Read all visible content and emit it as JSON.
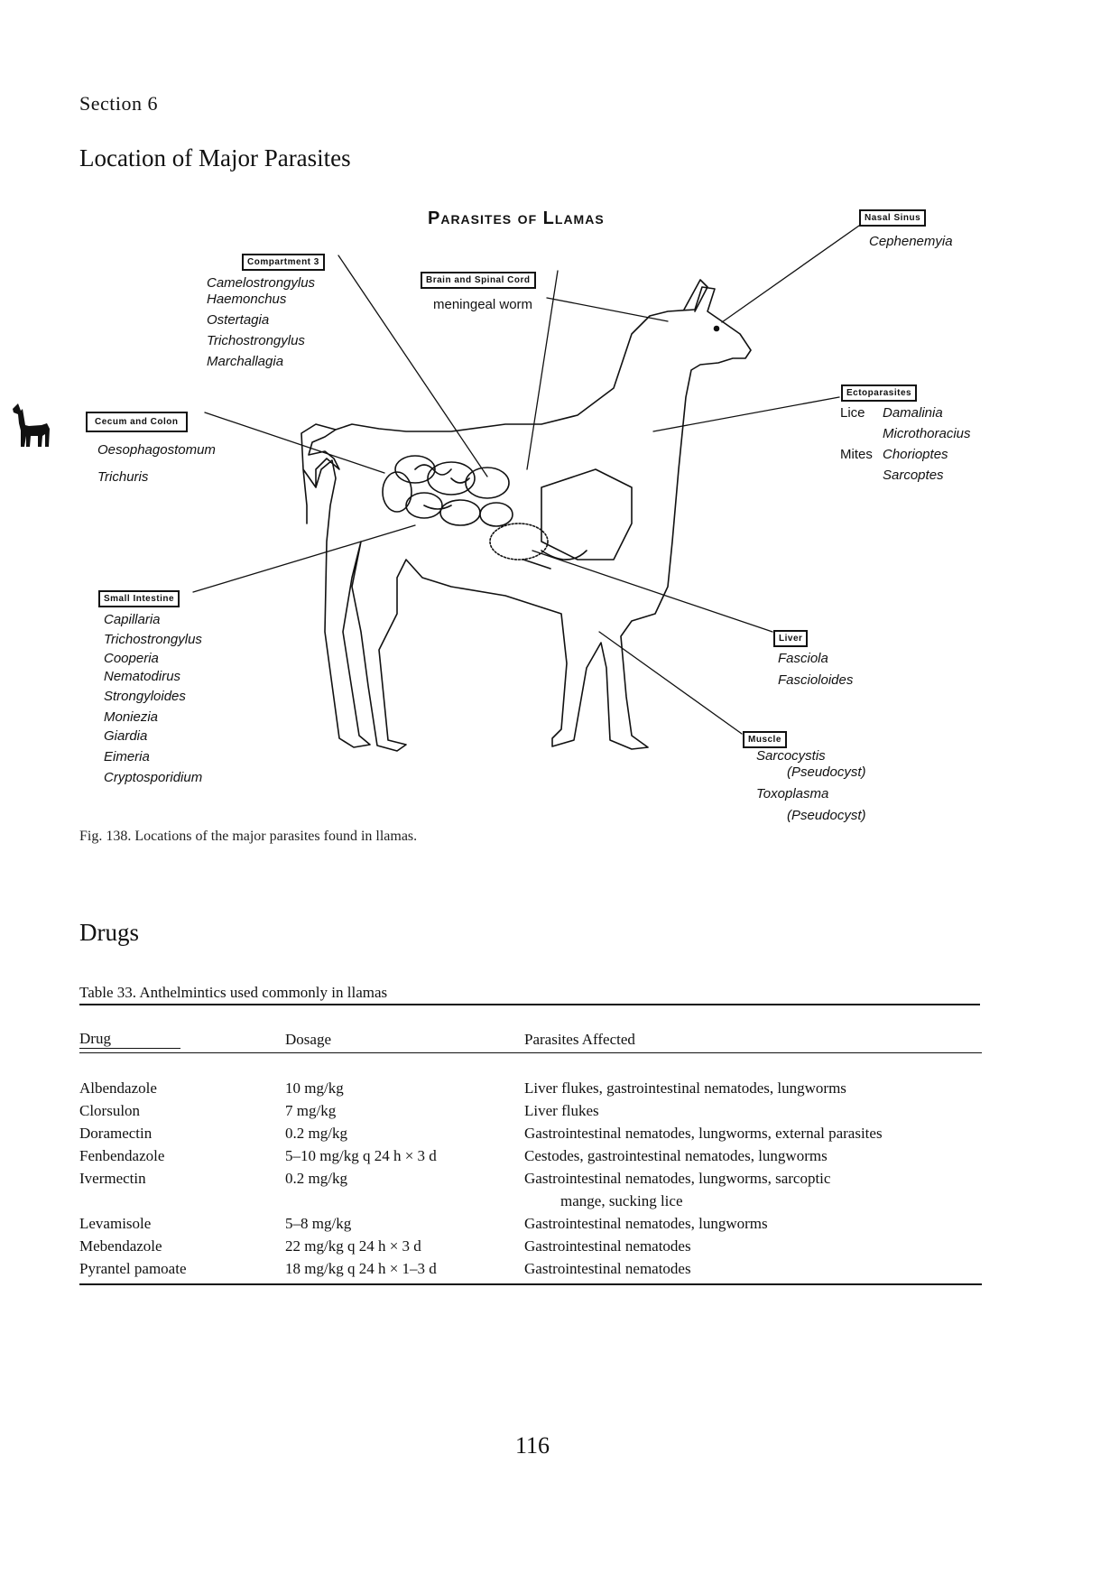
{
  "header": {
    "section": "Section 6",
    "title": "Location of Major Parasites"
  },
  "figure": {
    "title": "Parasites of Llamas",
    "compartment3": {
      "label": "Compartment 3",
      "items": [
        "Camelostrongylus",
        "Haemonchus",
        "Ostertagia",
        "Trichostrongylus",
        "Marchallagia"
      ]
    },
    "brain": {
      "label": "Brain and Spinal Cord",
      "items": [
        "meningeal worm"
      ]
    },
    "nasal": {
      "label": "Nasal Sinus",
      "items": [
        "Cephenemyia"
      ]
    },
    "ecto": {
      "label": "Ectoparasites",
      "lice": "Lice",
      "mites": "Mites",
      "items": [
        "Damalinia",
        "Microthoracius",
        "Chorioptes",
        "Sarcoptes"
      ]
    },
    "cecum": {
      "label": "Cecum and Colon",
      "items": [
        "Oesophagostomum",
        "Trichuris"
      ]
    },
    "small": {
      "label": "Small Intestine",
      "items": [
        "Capillaria",
        "Trichostrongylus",
        "Cooperia",
        "Nematodirus",
        "Strongyloides",
        "Moniezia",
        "Giardia",
        "Eimeria",
        "Cryptosporidium"
      ]
    },
    "liver": {
      "label": "Liver",
      "items": [
        "Fasciola",
        "Fascioloides"
      ]
    },
    "muscle": {
      "label": "Muscle",
      "items": [
        "Sarcocystis",
        "(Pseudocyst)",
        "Toxoplasma",
        "(Pseudocyst)"
      ]
    },
    "caption": "Fig. 138. Locations of the major parasites found in llamas."
  },
  "drugs": {
    "title": "Drugs",
    "table_caption": "Table 33. Anthelmintics used commonly in llamas",
    "headers": [
      "Drug",
      "Dosage",
      "Parasites Affected"
    ],
    "rows": [
      [
        "Albendazole",
        "10 mg/kg",
        "Liver flukes, gastrointestinal nematodes, lungworms",
        ""
      ],
      [
        "Clorsulon",
        "7 mg/kg",
        "Liver flukes",
        ""
      ],
      [
        "Doramectin",
        "0.2 mg/kg",
        "Gastrointestinal nematodes, lungworms, external parasites",
        ""
      ],
      [
        "Fenbendazole",
        "5–10 mg/kg q 24 h × 3 d",
        "Cestodes, gastrointestinal nematodes, lungworms",
        ""
      ],
      [
        "Ivermectin",
        "0.2 mg/kg",
        "Gastrointestinal nematodes, lungworms, sarcoptic",
        "mange, sucking lice"
      ],
      [
        "Levamisole",
        "5–8 mg/kg",
        "Gastrointestinal nematodes, lungworms",
        ""
      ],
      [
        "Mebendazole",
        "22 mg/kg q 24 h × 3 d",
        "Gastrointestinal nematodes",
        ""
      ],
      [
        "Pyrantel pamoate",
        "18 mg/kg q 24 h × 1–3 d",
        "Gastrointestinal nematodes",
        ""
      ]
    ]
  },
  "page_number": "116"
}
